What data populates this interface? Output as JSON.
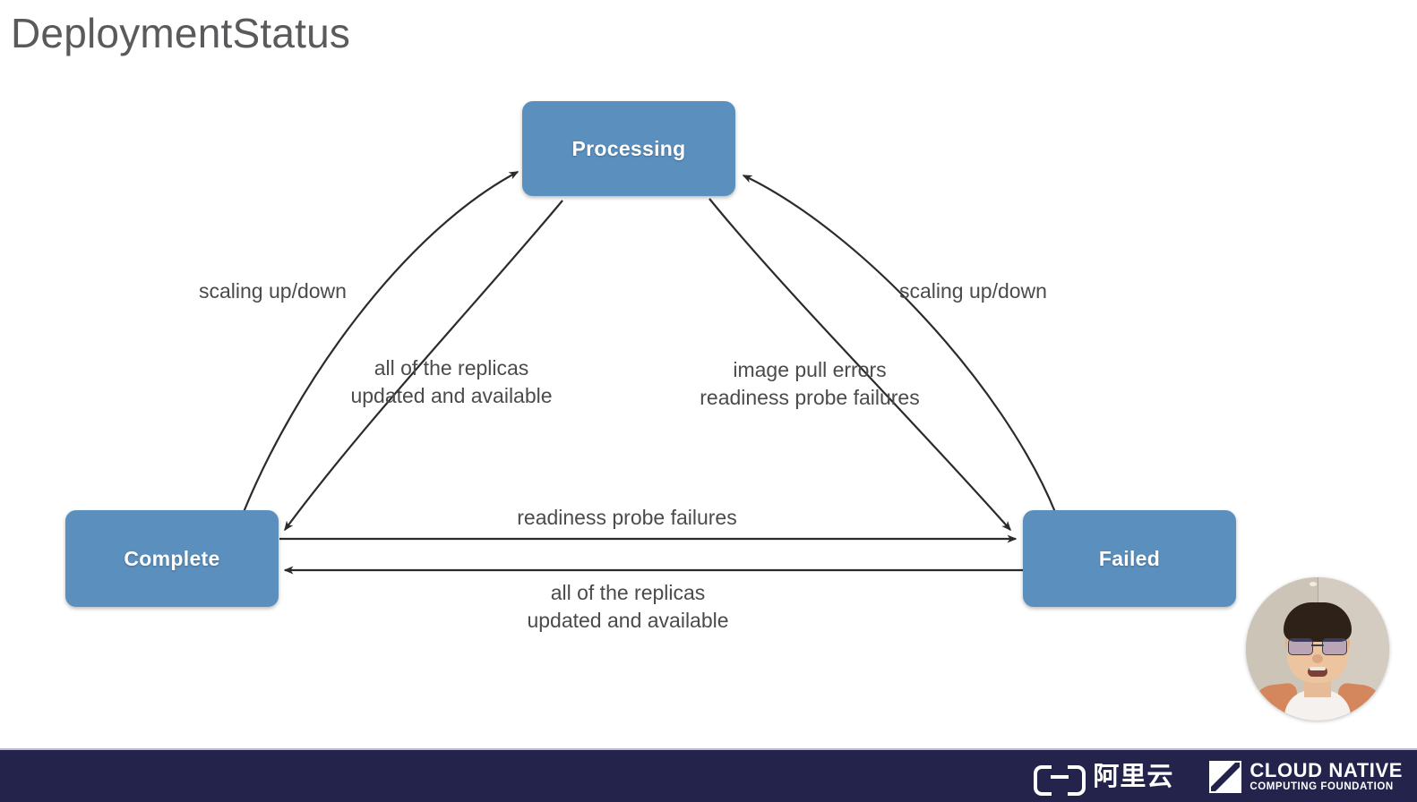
{
  "slide": {
    "title": "DeploymentStatus",
    "background_color": "#ffffff",
    "title_color": "#5a5a5c"
  },
  "diagram": {
    "type": "state-transition",
    "node_color": "#5b8fbd",
    "node_text_color": "#ffffff",
    "edge_color": "#2b2b2b",
    "label_color": "#4b4b4d",
    "nodes": [
      {
        "id": "processing",
        "label": "Processing"
      },
      {
        "id": "complete",
        "label": "Complete"
      },
      {
        "id": "failed",
        "label": "Failed"
      }
    ],
    "edges": [
      {
        "id": "complete-to-processing",
        "from": "complete",
        "to": "processing",
        "label": "scaling up/down"
      },
      {
        "id": "processing-to-complete",
        "from": "processing",
        "to": "complete",
        "label": "all of the replicas\nupdated and available"
      },
      {
        "id": "processing-to-failed",
        "from": "processing",
        "to": "failed",
        "label": "image pull errors\nreadiness probe failures"
      },
      {
        "id": "failed-to-processing",
        "from": "failed",
        "to": "processing",
        "label": "scaling up/down"
      },
      {
        "id": "complete-to-failed",
        "from": "complete",
        "to": "failed",
        "label": "readiness probe failures"
      },
      {
        "id": "failed-to-complete",
        "from": "failed",
        "to": "complete",
        "label": "all of the replicas\nupdated and available"
      }
    ]
  },
  "footer": {
    "background_color": "#23234b",
    "alibaba_cloud": {
      "text": "阿里云"
    },
    "cncf": {
      "line1": "CLOUD NATIVE",
      "line2": "COMPUTING FOUNDATION"
    }
  }
}
